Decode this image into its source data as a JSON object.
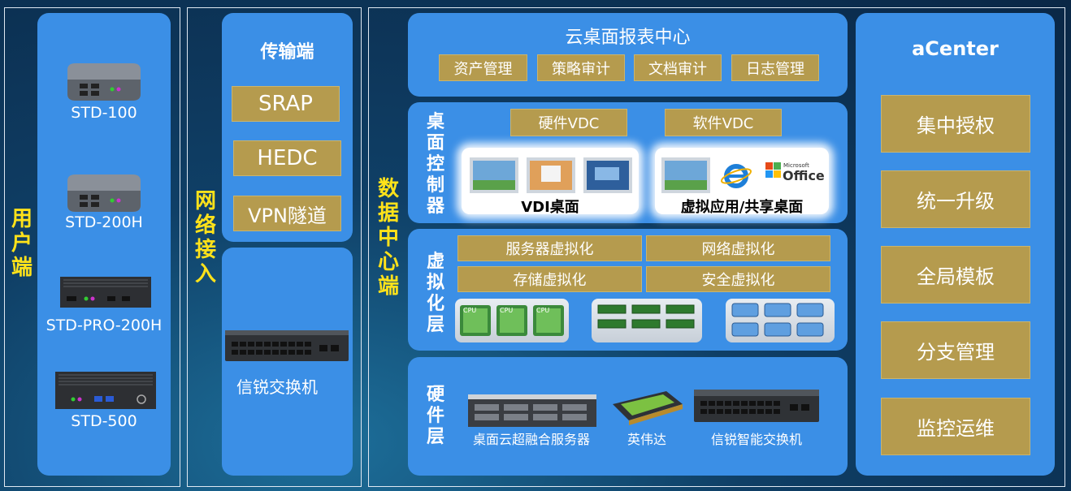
{
  "sections": {
    "user_end": "用户端",
    "network_access": "网络接入",
    "datacenter_end": "数据中心端",
    "desktop_controller": "桌面控制器",
    "virtualization_layer": "虚拟化层",
    "hardware_layer": "硬件层"
  },
  "user_devices": [
    "STD-100",
    "STD-200H",
    "STD-PRO-200H",
    "STD-500"
  ],
  "transport": {
    "title": "传输端",
    "items": [
      "SRAP",
      "HEDC",
      "VPN隧道"
    ],
    "switch_label": "信锐交换机"
  },
  "report_center": {
    "title": "云桌面报表中心",
    "items": [
      "资产管理",
      "策略审计",
      "文档审计",
      "日志管理"
    ]
  },
  "desktop_controller": {
    "hardware_vdc": "硬件VDC",
    "software_vdc": "软件VDC",
    "vdi_label": "VDI桌面",
    "vapp_label": "虚拟应用/共享桌面",
    "office_logo": "Office",
    "office_small": "Microsoft"
  },
  "virtualization": {
    "items": [
      "服务器虚拟化",
      "网络虚拟化",
      "存储虚拟化",
      "安全虚拟化"
    ],
    "cpu_label": "CPU"
  },
  "hardware": {
    "server_label": "桌面云超融合服务器",
    "gpu_label": "英伟达",
    "switch_label": "信锐智能交换机"
  },
  "acenter": {
    "title": "aCenter",
    "items": [
      "集中授权",
      "统一升级",
      "全局模板",
      "分支管理",
      "监控运维"
    ]
  },
  "colors": {
    "panel_blue": "#3b8fe6",
    "gold": "#b59b4e",
    "yellow_label": "#ffe21a"
  }
}
